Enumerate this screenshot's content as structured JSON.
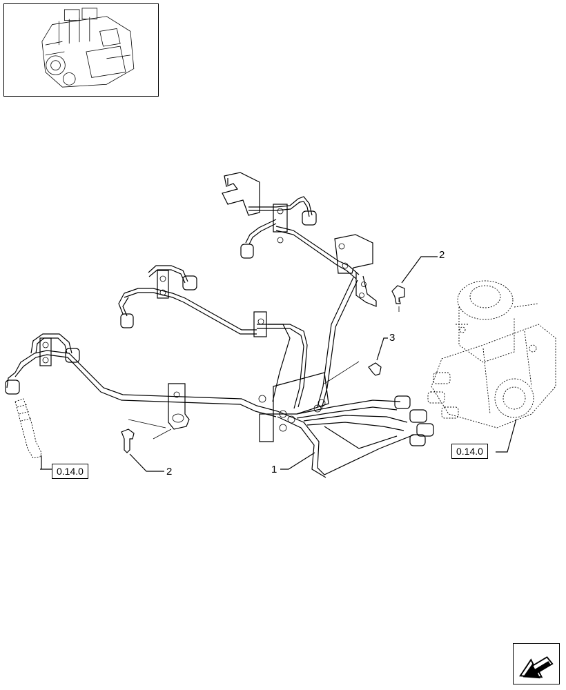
{
  "callouts": {
    "c1": "1",
    "c2_top": "2",
    "c2_bottom": "2",
    "c3": "3"
  },
  "refs": {
    "left_ref": "0.14.0",
    "right_ref": "0.14.0"
  },
  "icons": {
    "thumbnail": "engine-thumbnail-icon",
    "navigation": "next-page-arrow-icon"
  }
}
